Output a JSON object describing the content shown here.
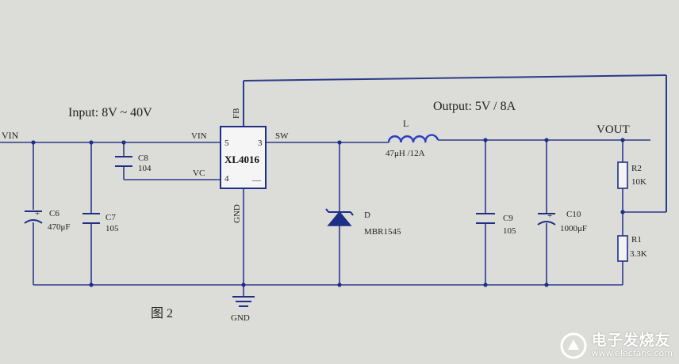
{
  "labels": {
    "vin_left": "VIN",
    "input_spec": "Input: 8V ~ 40V",
    "output_spec": "Output: 5V  /  8A",
    "vout": "VOUT",
    "figure_caption": "图 2",
    "gnd": "GND"
  },
  "ic": {
    "part": "XL4016",
    "pin_vin": "VIN",
    "pin_vc": "VC",
    "pin_sw": "SW",
    "pin_fb": "FB",
    "pin_gnd": "GND",
    "pin5": "5",
    "pin3": "3",
    "pin4": "4",
    "pin_minus": "—"
  },
  "components": {
    "c6": {
      "ref": "C6",
      "value": "470μF"
    },
    "c7": {
      "ref": "C7",
      "value": "105"
    },
    "c8": {
      "ref": "C8",
      "value": "104"
    },
    "inductor": {
      "ref": "L",
      "value": "47μH /12A"
    },
    "diode": {
      "ref": "D",
      "value": "MBR1545"
    },
    "c9": {
      "ref": "C9",
      "value": "105"
    },
    "c10": {
      "ref": "C10",
      "value": "1000μF"
    },
    "r2": {
      "ref": "R2",
      "value": "10K"
    },
    "r1": {
      "ref": "R1",
      "value": "3.3K"
    }
  },
  "watermark": {
    "name": "电子发烧友",
    "url": "www.elecfans.com"
  },
  "colors": {
    "wire": "#2b3a8a",
    "inductor": "#2c3fc2",
    "paper": "#dcdcd8"
  }
}
